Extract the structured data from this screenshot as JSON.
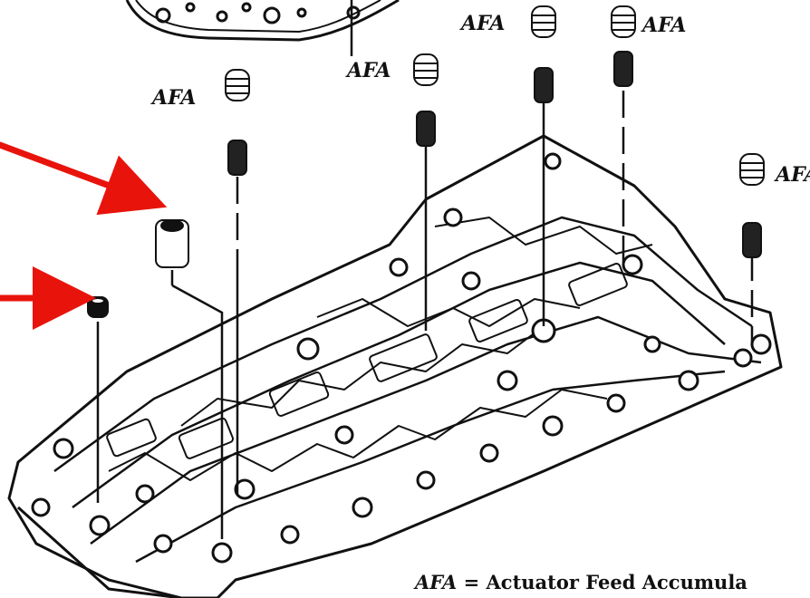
{
  "labels": {
    "afa": "AFA"
  },
  "legend": {
    "abbr": "AFA",
    "separator": " = ",
    "text": "Actuator Feed Accumula"
  },
  "colors": {
    "arrow": "#e8140c",
    "line": "#111111",
    "body_fill": "#ffffff"
  },
  "icons": [
    "red-arrow",
    "accumulator-spring",
    "check-ball-cup",
    "filter-cap"
  ]
}
